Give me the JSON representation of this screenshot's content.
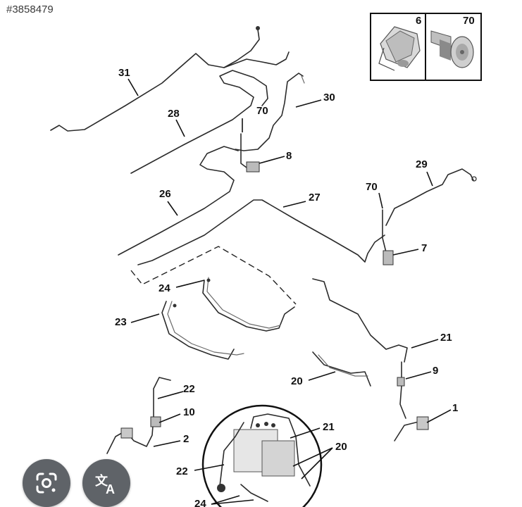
{
  "header": {
    "image_id": "#3858479"
  },
  "inset": {
    "left_ref": "6",
    "right_ref": "70"
  },
  "labels": {
    "r31": "31",
    "r28": "28",
    "r70a": "70",
    "r30": "30",
    "r8": "8",
    "r26": "26",
    "r27": "27",
    "r70b": "70",
    "r29": "29",
    "r7": "7",
    "r24a": "24",
    "r23": "23",
    "r21a": "21",
    "r9": "9",
    "r20a": "20",
    "r22a": "22",
    "r10": "10",
    "r2": "2",
    "r1": "1",
    "r21b": "21",
    "r20b": "20",
    "r22b": "22",
    "r24b": "24"
  },
  "actions": {
    "lens": {
      "icon": "google-lens-icon"
    },
    "translate": {
      "icon": "translate-icon"
    }
  }
}
